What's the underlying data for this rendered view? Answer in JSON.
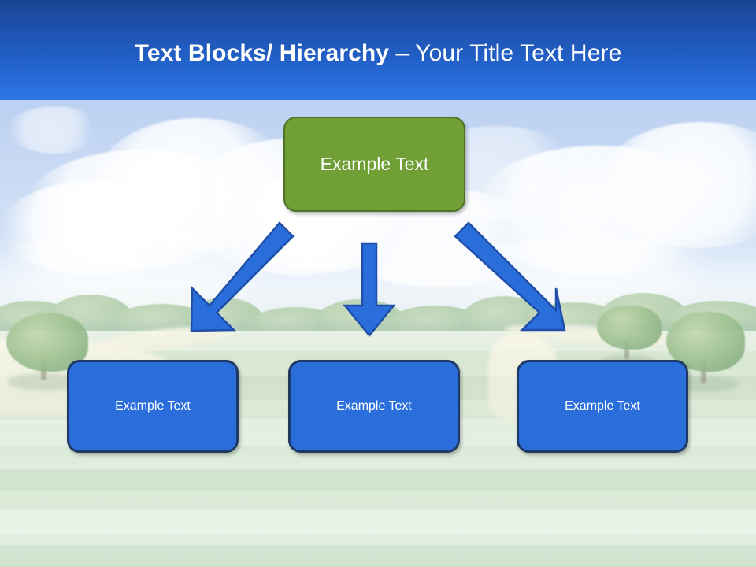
{
  "slide": {
    "title": {
      "strong": "Text Blocks/ Hierarchy ",
      "rest": "– Your Title Text Here",
      "full": "Text Blocks/ Hierarchy – Your Title Text Here"
    },
    "background": {
      "description": "landscape-photo-sky-clouds-trees-meadow",
      "sky_color": "#bcd2f2",
      "ground_color": "#d6e6cf",
      "tree_color": "#7fae72"
    },
    "banner": {
      "gradient_top": "#1b4593",
      "gradient_bottom": "#2d74e4"
    },
    "diagram": {
      "root": {
        "label": "Example  Text",
        "fill": "#6f9f35",
        "border": "#4e7227"
      },
      "children": [
        {
          "label": "Example Text",
          "fill": "#2a6edb",
          "border": "#1f3864"
        },
        {
          "label": "Example Text",
          "fill": "#2a6edb",
          "border": "#1f3864"
        },
        {
          "label": "Example Text",
          "fill": "#2a6edb",
          "border": "#1f3864"
        }
      ],
      "connectors": [
        {
          "name": "arrow-down-left",
          "fill": "#2a6edb",
          "stroke": "#1f4fa8"
        },
        {
          "name": "arrow-down",
          "fill": "#2a6edb",
          "stroke": "#1f4fa8"
        },
        {
          "name": "arrow-down-right",
          "fill": "#2a6edb",
          "stroke": "#1f4fa8"
        }
      ]
    }
  }
}
